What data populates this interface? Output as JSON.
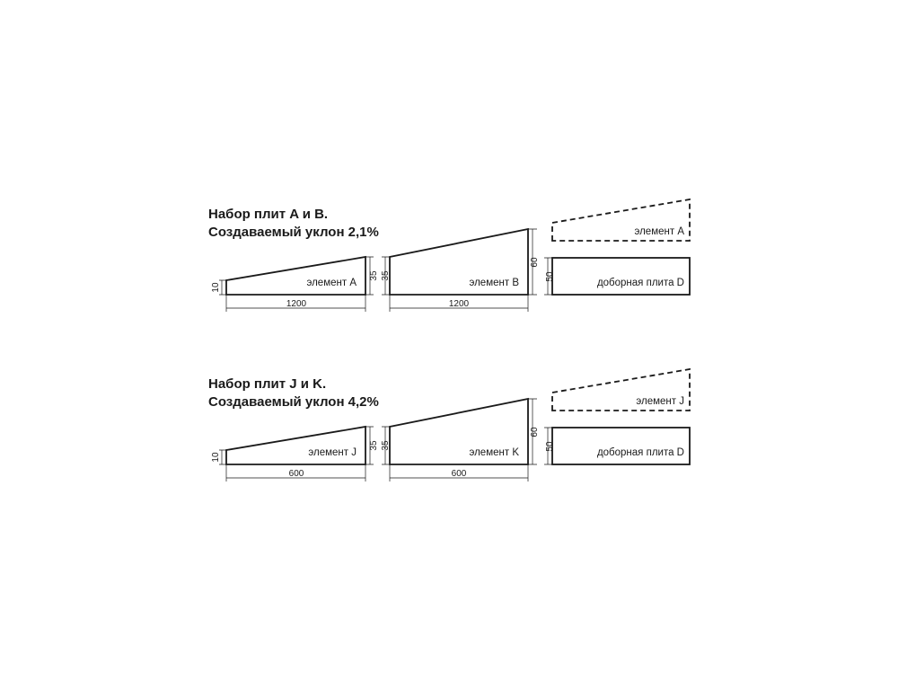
{
  "sets": [
    {
      "title_line1": "Набор плит A и B.",
      "title_line2": "Создаваемый уклон 2,1%",
      "element1_label": "элемент A",
      "element2_label": "элемент B",
      "filler_label": "доборная плита D",
      "dashed_label": "элемент A",
      "dim_left_height": "10",
      "dim_element1_right": "35",
      "dim_element2_left": "35",
      "dim_element2_right": "60",
      "dim_filler": "50",
      "dim_length1": "1200",
      "dim_length2": "1200"
    },
    {
      "title_line1": "Набор плит J и K.",
      "title_line2": "Создаваемый уклон 4,2%",
      "element1_label": "элемент J",
      "element2_label": "элемент K",
      "filler_label": "доборная плита D",
      "dashed_label": "элемент J",
      "dim_left_height": "10",
      "dim_element1_right": "35",
      "dim_element2_left": "35",
      "dim_element2_right": "60",
      "dim_filler": "50",
      "dim_length1": "600",
      "dim_length2": "600"
    }
  ]
}
